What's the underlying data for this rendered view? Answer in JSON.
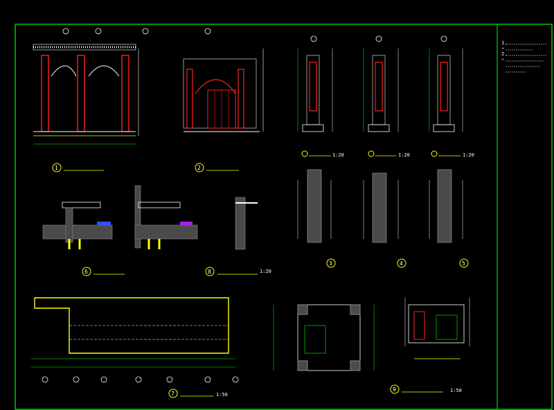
{
  "drawing": {
    "background": "#000000",
    "frame_color": "#00ff00",
    "notes_lines": [
      "1.",
      "~",
      "2.",
      "~"
    ]
  },
  "views": [
    {
      "id": "1",
      "name": "elevation-1",
      "title": "",
      "scale": ""
    },
    {
      "id": "2",
      "name": "elevation-2",
      "title": "",
      "scale": ""
    },
    {
      "id": "3",
      "name": "section-3",
      "title": "",
      "scale": ""
    },
    {
      "id": "4",
      "name": "section-4",
      "title": "",
      "scale": ""
    },
    {
      "id": "5",
      "name": "section-5",
      "title": "",
      "scale": ""
    },
    {
      "id": "6",
      "name": "detail-6",
      "title": "",
      "scale": ""
    },
    {
      "id": "7",
      "name": "plan-7",
      "title": "",
      "scale": "1:50"
    },
    {
      "id": "8",
      "name": "detail-8",
      "title": "",
      "scale": "1:20"
    },
    {
      "id": "9",
      "name": "plan-9",
      "title": "",
      "scale": "1:50"
    }
  ],
  "column_details": [
    {
      "id": "a",
      "scale": "1:20"
    },
    {
      "id": "b",
      "scale": "1:20"
    },
    {
      "id": "c",
      "scale": "1:20"
    }
  ],
  "colors": {
    "green": "#00ff00",
    "white": "#ffffff",
    "red": "#ff2020",
    "yellow": "#ffff00",
    "gray": "#8a8a8a"
  }
}
